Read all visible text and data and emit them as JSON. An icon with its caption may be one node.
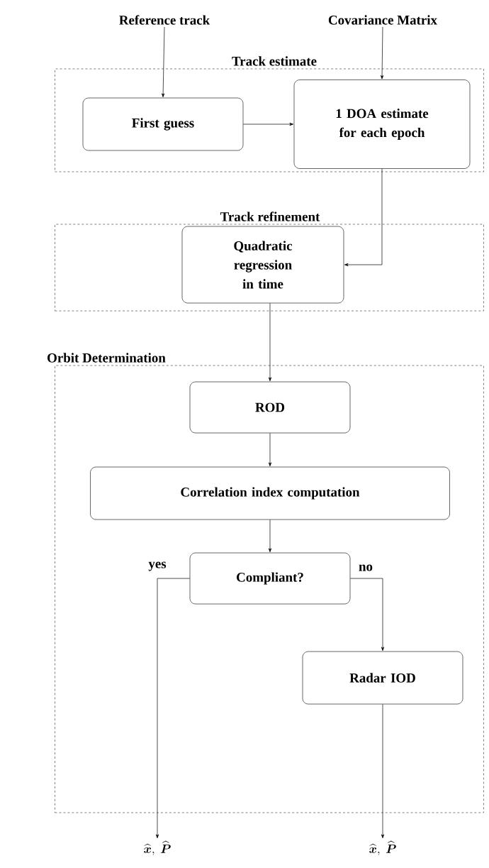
{
  "diagram": {
    "nodes": [
      {
        "text": [
          "Reference track"
        ]
      },
      {
        "text": [
          "Covariance Matrix"
        ]
      },
      {
        "text": [
          "Track estimate"
        ]
      },
      {
        "text": [
          "First guess"
        ],
        "in": 2
      },
      {
        "text": [
          "1 DOA estimate for each epoch"
        ],
        "in": 2
      },
      {
        "text": [
          "Track refinement"
        ]
      },
      {
        "text": [
          "Quadratic regression in time"
        ],
        "in": 5
      },
      {
        "text": [
          "Orbit Determination"
        ]
      },
      {
        "text": [
          "ROD"
        ],
        "in": 7
      },
      {
        "text": [
          "Correlation index computation"
        ],
        "in": 7
      },
      {
        "text": [
          "Compliant?"
        ],
        "in": 7
      },
      {
        "text": [
          "Radar IOD"
        ],
        "in": 7
      },
      {
        "text": [
          "\\widehat{\\boldsymbol{x}},\\ \\widehat{\\boldsymbol{P}}"
        ]
      },
      {
        "text": [
          "\\widehat{\\boldsymbol{x}},\\ \\widehat{\\boldsymbol{P}}"
        ]
      }
    ],
    "edges": [
      {
        "from": 0,
        "to": 3,
        "arrow": "to"
      },
      {
        "from": 1,
        "to": 4,
        "arrow": "to"
      },
      {
        "from": 3,
        "to": 4,
        "arrow": "to"
      },
      {
        "from": 4,
        "to": 6,
        "arrow": "to"
      },
      {
        "from": 6,
        "to": 8,
        "arrow": "to"
      },
      {
        "from": 8,
        "to": 9,
        "arrow": "to"
      },
      {
        "from": 9,
        "to": 10,
        "arrow": "to"
      },
      {
        "from": 10,
        "to": 12,
        "arrow": "to",
        "label": "yes"
      },
      {
        "from": 10,
        "to": 11,
        "arrow": "to",
        "label": "no"
      },
      {
        "from": 11,
        "to": 13,
        "arrow": "to"
      }
    ]
  }
}
